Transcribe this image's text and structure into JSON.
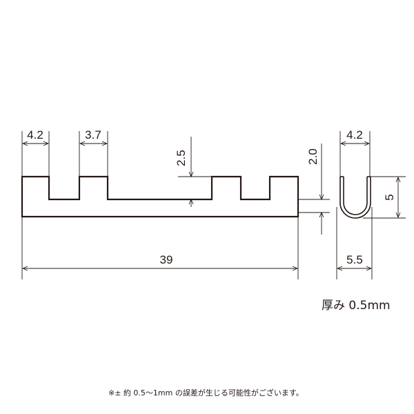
{
  "dimensions": {
    "notch_width_1": "4.2",
    "notch_width_2": "3.7",
    "notch_depth": "2.5",
    "total_length": "39",
    "end_height": "2.0",
    "u_inner_width": "4.2",
    "u_height": "5",
    "u_outer_width": "5.5"
  },
  "thickness_label": "厚み 0.5mm",
  "footnote": "※± 約 0.5〜1mm の誤差が生じる可能性がございます。"
}
